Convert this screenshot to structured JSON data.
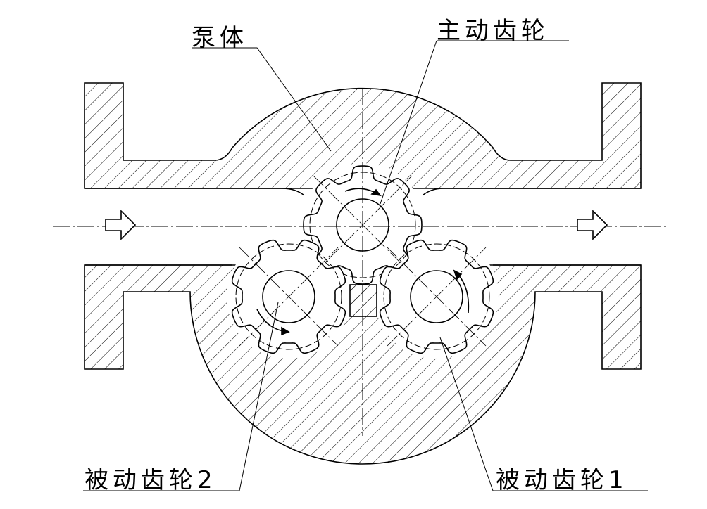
{
  "labels": {
    "pump_body": "泵体",
    "driving_gear": "主动齿轮",
    "driven_gear_2": "被动齿轮2",
    "driven_gear_1": "被动齿轮1"
  },
  "gears": {
    "teeth_count": 8
  },
  "colors": {
    "line": "#000000",
    "background": "#ffffff"
  }
}
